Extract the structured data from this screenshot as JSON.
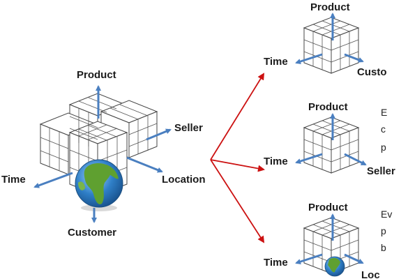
{
  "main_cube": {
    "labels": {
      "product": "Product",
      "seller": "Seller",
      "time": "Time",
      "location": "Location",
      "customer": "Customer"
    }
  },
  "sub_cubes": [
    {
      "labels": {
        "top": "Product",
        "left": "Time",
        "right": "Custo"
      },
      "side_text": []
    },
    {
      "labels": {
        "top": "Product",
        "left": "Time",
        "right": "Seller"
      },
      "side_text": [
        "E",
        "c",
        "p"
      ]
    },
    {
      "labels": {
        "top": "Product",
        "left": "Time",
        "right": "Loc"
      },
      "side_text": [
        "Ev",
        "p",
        "b"
      ]
    }
  ],
  "colors": {
    "axis_arrow": "#4a7fc0",
    "branch_arrow": "#cc1111",
    "cube_line": "#444444",
    "cube_face": "#ffffff",
    "globe_ocean": "#2f7fc7",
    "globe_land": "#5fa030"
  },
  "icons": [
    "globe-icon",
    "data-cube-icon"
  ]
}
